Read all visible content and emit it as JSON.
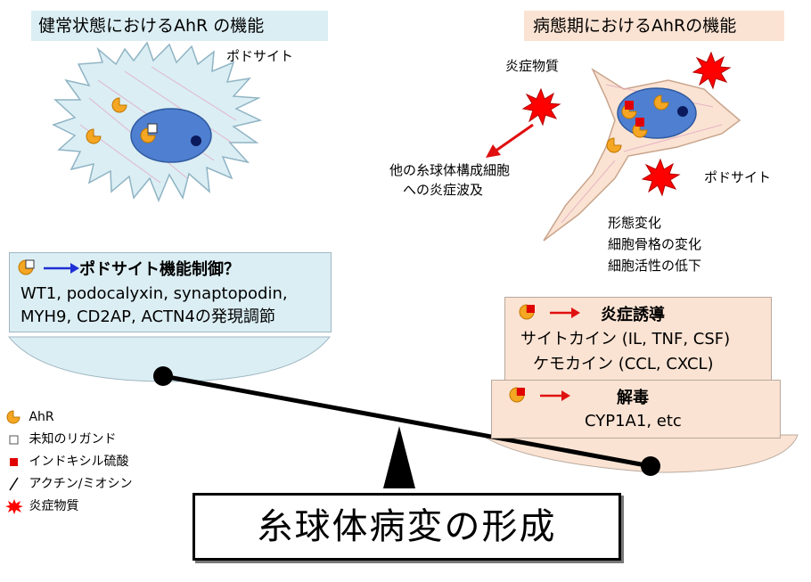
{
  "titles": {
    "left": "健常状態におけるAhR の機能",
    "right": "病態期におけるAhRの機能"
  },
  "labels": {
    "podocyte_left": "ポドサイト",
    "podocyte_right": "ポドサイト",
    "inflammatory_substance": "炎症物質",
    "spread_line1": "他の糸球体構成細胞",
    "spread_line2": "への炎症波及",
    "changes": [
      "形態変化",
      "細胞骨格の変化",
      "細胞活性の低下"
    ]
  },
  "left_box": {
    "heading": "ポドサイト機能制御？",
    "line1": "WT1, podocalyxin, synaptopodin,",
    "line2": "MYH9, CD2AP, ACTN4の発現調節"
  },
  "right_box1": {
    "heading": "炎症誘導",
    "line1": "サイトカイン (IL, TNF, CSF)",
    "line2": "ケモカイン (CCL, CXCL)"
  },
  "right_box2": {
    "heading": "解毒",
    "line1": "CYP1A1, etc"
  },
  "legend": [
    {
      "icon": "ahr-icon",
      "label": "AhR"
    },
    {
      "icon": "unknown-ligand-icon",
      "label": "未知のリガンド"
    },
    {
      "icon": "indoxyl-sulfate-icon",
      "label": "インドキシル硫酸"
    },
    {
      "icon": "actin-myosin-icon",
      "label": "アクチン/ミオシン"
    },
    {
      "icon": "inflammatory-substance-icon",
      "label": "炎症物質"
    }
  ],
  "result": "糸球体病変の形成",
  "colors": {
    "ahr": "#f5a623",
    "nucleus": "#4f7fd0",
    "ligand_red": "#e00000",
    "arrow_blue": "#1f2fd6",
    "arrow_red": "#e01010",
    "left_panel": "#dbeef4",
    "right_panel": "#fbe3d3"
  }
}
